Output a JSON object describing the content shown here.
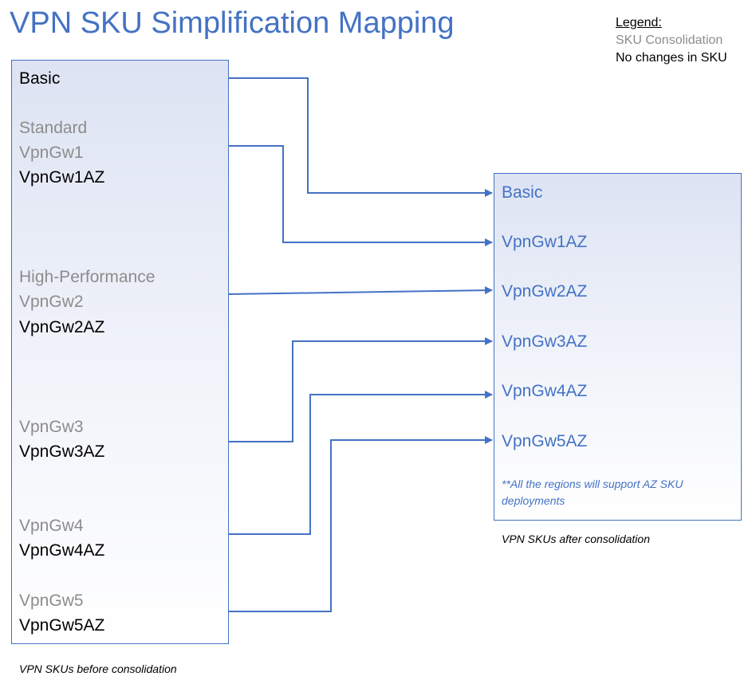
{
  "title": "VPN SKU Simplification Mapping",
  "legend": {
    "title": "Legend:",
    "consolidation": "SKU Consolidation",
    "no_change": "No changes in SKU"
  },
  "colors": {
    "accent": "#4472C4",
    "consolidated_grey": "#8c8c8c",
    "unchanged_black": "#000000"
  },
  "left_box": {
    "caption": "VPN SKUs before consolidation",
    "items": [
      {
        "label": "Basic",
        "status": "no-change"
      },
      {
        "label": "Standard",
        "status": "consolidation"
      },
      {
        "label": "VpnGw1",
        "status": "consolidation"
      },
      {
        "label": "VpnGw1AZ",
        "status": "no-change"
      },
      {
        "label": "High-Performance",
        "status": "consolidation"
      },
      {
        "label": "VpnGw2",
        "status": "consolidation"
      },
      {
        "label": "VpnGw2AZ",
        "status": "no-change"
      },
      {
        "label": "VpnGw3",
        "status": "consolidation"
      },
      {
        "label": "VpnGw3AZ",
        "status": "no-change"
      },
      {
        "label": "VpnGw4",
        "status": "consolidation"
      },
      {
        "label": "VpnGw4AZ",
        "status": "no-change"
      },
      {
        "label": "VpnGw5",
        "status": "consolidation"
      },
      {
        "label": "VpnGw5AZ",
        "status": "no-change"
      }
    ]
  },
  "right_box": {
    "caption": "VPN SKUs after consolidation",
    "items": [
      "Basic",
      "VpnGw1AZ",
      "VpnGw2AZ",
      "VpnGw3AZ",
      "VpnGw4AZ",
      "VpnGw5AZ"
    ],
    "note": "**All the regions will support AZ SKU deployments"
  },
  "mappings": [
    {
      "from": "Basic",
      "to": "Basic"
    },
    {
      "from": "Standard / VpnGw1 / VpnGw1AZ",
      "to": "VpnGw1AZ"
    },
    {
      "from": "High-Performance / VpnGw2 / VpnGw2AZ",
      "to": "VpnGw2AZ"
    },
    {
      "from": "VpnGw3 / VpnGw3AZ",
      "to": "VpnGw3AZ"
    },
    {
      "from": "VpnGw4 / VpnGw4AZ",
      "to": "VpnGw4AZ"
    },
    {
      "from": "VpnGw5 / VpnGw5AZ",
      "to": "VpnGw5AZ"
    }
  ]
}
